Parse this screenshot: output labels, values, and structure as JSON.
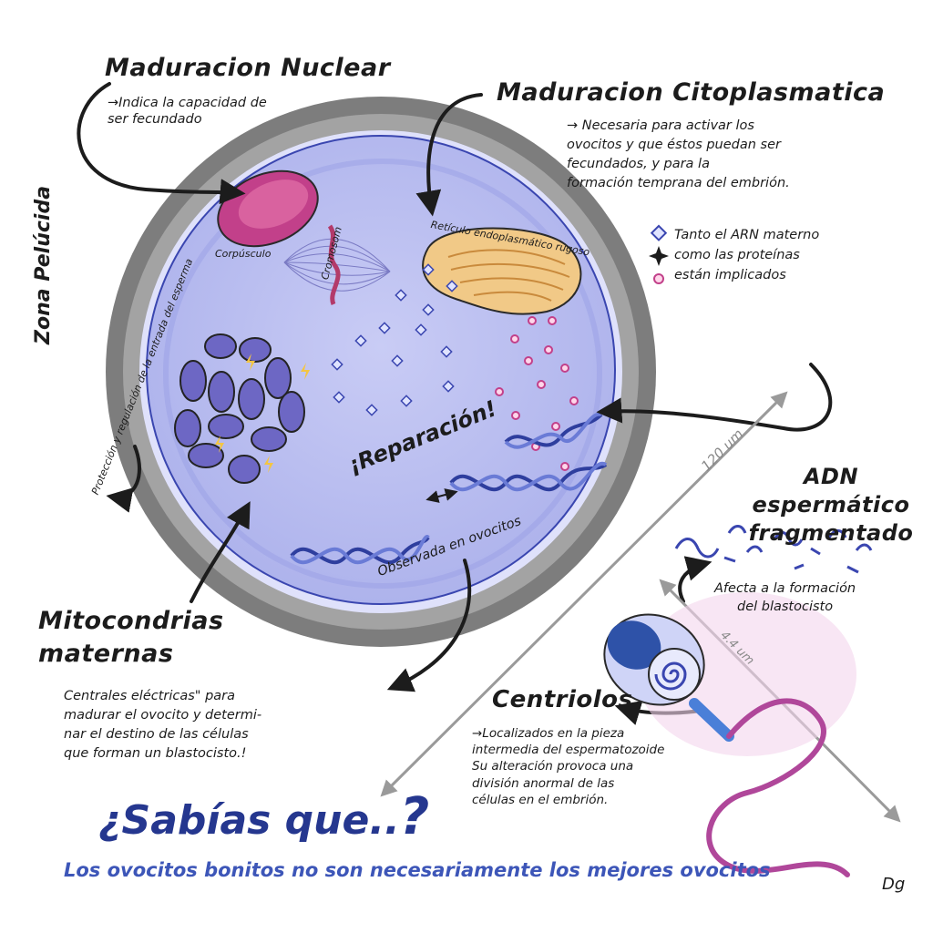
{
  "headings": {
    "maduracion_nuclear": "Maduracion Nuclear",
    "maduracion_citoplasmatica": "Maduracion Citoplasmatica",
    "mitocondrias": "Mitocondrias\nmaternas",
    "adn": "ADN espermático\nfragmentado",
    "centriolos": "Centriolos"
  },
  "texts": {
    "nuclear_desc": "→Indica la capacidad de\nser fecundado",
    "citoplasmatica_desc": "→ Necesaria para activar los\novocitos y que éstos puedan ser\nfecundados, y para la\nformación temprana del embrión.",
    "legend_text": "Tanto el ARN materno\ncomo las proteínas\nestán implicados",
    "mito_desc": "Centrales eléctricas\" para\nmadurar el ovocito y determi-\nnar el destino de las células\nque forman un blastocisto.!",
    "adn_desc": "Afecta a la formación\ndel blastocisto",
    "centriolos_desc": "→Localizados en la pieza\nintermedia del espermatozoide\nSu alteración provoca una\ndivisión anormal de las\ncélulas en el embrión."
  },
  "labels": {
    "zona_pelucida": "Zona Pelúcida",
    "zona_desc": "Protección y regulación de la entrada del esperma",
    "corpusculo": "Corpúsculo",
    "cromosoma": "Cromosom",
    "reticulo": "Retículo endoplasmático rugoso",
    "reparacion": "¡Reparación!",
    "observada": "Observada en ovocitos",
    "size_120": "120 um",
    "size_4": "4.4 um"
  },
  "footer": {
    "sabias": "¿Sabías que..",
    "sabias_q": "?",
    "tagline": "Los ovocitos bonitos no son necesariamente los mejores ovocitos",
    "signature": "Dg"
  },
  "colors": {
    "cytoplasm": "#b8bdf0",
    "zona": "#7d7d7d",
    "polar_body": "#c2408a",
    "reticulo": "#f1c987",
    "mito": "#6d67c4",
    "sperm_tail": "#b0479a",
    "title_blue": "#25378f"
  }
}
